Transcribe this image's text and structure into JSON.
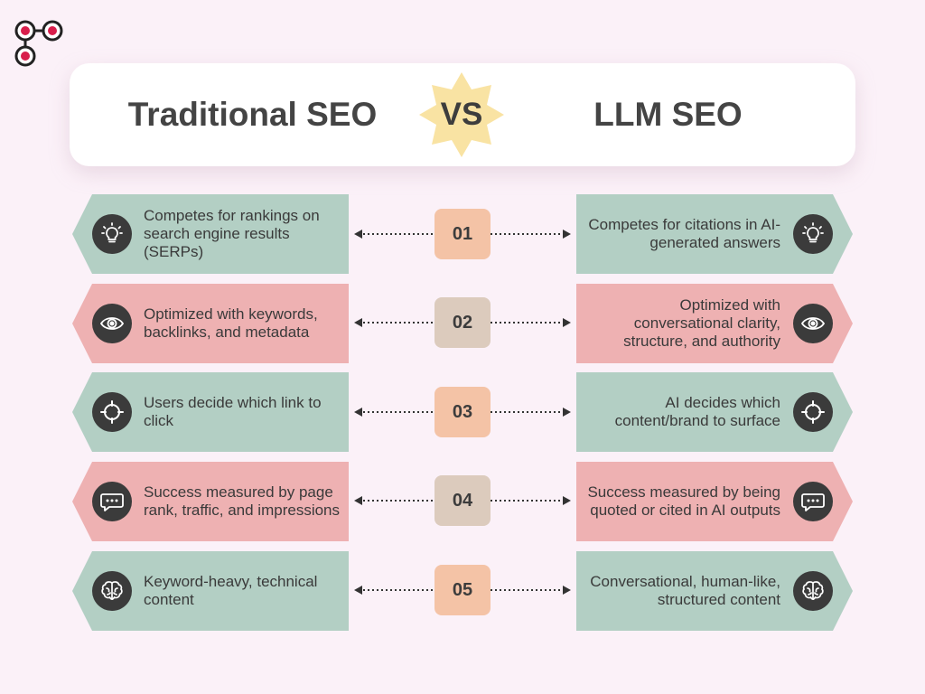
{
  "header": {
    "left_title": "Traditional SEO",
    "vs_label": "VS",
    "right_title": "LLM SEO"
  },
  "colors": {
    "background": "#fbf1f8",
    "green_card": "#b3cfc4",
    "pink_card": "#eeb1b2",
    "peach_number": "#f4c3a6",
    "tan_number": "#dccbbd",
    "vs_badge": "#f9e3a3",
    "logo_dot": "#d81e4b"
  },
  "rows": [
    {
      "number": "01",
      "icon": "lightbulb-icon",
      "left_text": "Competes for rankings on search engine results (SERPs)",
      "right_text": "Competes for citations in AI-generated answers"
    },
    {
      "number": "02",
      "icon": "eye-icon",
      "left_text": "Optimized with keywords, backlinks, and metadata",
      "right_text": "Optimized with conversational clarity, structure, and authority"
    },
    {
      "number": "03",
      "icon": "crosshair-icon",
      "left_text": "Users decide which link to click",
      "right_text": "AI decides which content/brand to surface"
    },
    {
      "number": "04",
      "icon": "chat-bubble-icon",
      "left_text": "Success measured by page rank, traffic, and impressions",
      "right_text": "Success measured by being quoted or cited in AI outputs"
    },
    {
      "number": "05",
      "icon": "brain-icon",
      "left_text": "Keyword-heavy, technical content",
      "right_text": "Conversational, human-like, structured content"
    }
  ]
}
